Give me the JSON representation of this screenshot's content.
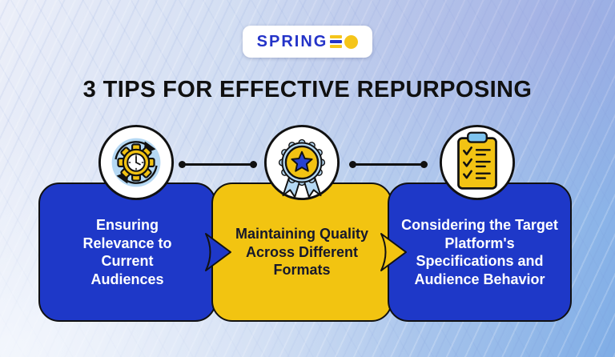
{
  "logo": {
    "brand": "SPRINGZO",
    "text_main": "SPRING",
    "glyph_letters": "ZO",
    "colors": {
      "text_blue": "#2433c8",
      "accent_yellow": "#f5c51a",
      "pill_bg": "#ffffff"
    }
  },
  "title": "3 TIPS FOR EFFECTIVE REPURPOSING",
  "tips": [
    {
      "label": "Ensuring Relevance to Current Audiences",
      "icon": "cycle-gear-clock-icon",
      "card_color": "#1e38c8",
      "text_color": "#ffffff"
    },
    {
      "label": "Maintaining Quality Across Different Formats",
      "icon": "medal-star-icon",
      "card_color": "#f2c411",
      "text_color": "#16182c"
    },
    {
      "label": "Considering the Target Platform's Specifications and Audience Behavior",
      "icon": "clipboard-checklist-icon",
      "card_color": "#1e38c8",
      "text_color": "#ffffff"
    }
  ],
  "colors": {
    "royal_blue": "#1e38c8",
    "yellow": "#f2c411",
    "light_blue": "#b5d8f3",
    "outline_black": "#111111",
    "title_black": "#101010",
    "background_light": "#d9e2f4",
    "background_deep": "#7fade6"
  }
}
